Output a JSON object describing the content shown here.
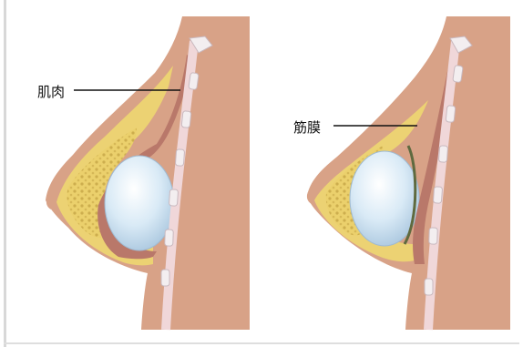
{
  "labels": {
    "muscle": "肌肉",
    "fascia": "筋膜"
  },
  "colors": {
    "skin": "#d8a287",
    "skin_shadow": "#c98f74",
    "fat": "#ecd273",
    "glandular": "#c9ab4c",
    "muscle": "#b9786a",
    "implant": "#cfe4f3",
    "rib": "#f3eef0",
    "pleura_line": "#f0d7d9",
    "label_line": "#111111"
  },
  "icons": [
    "implant-left",
    "implant-right",
    "rib-column-left",
    "rib-column-right"
  ]
}
